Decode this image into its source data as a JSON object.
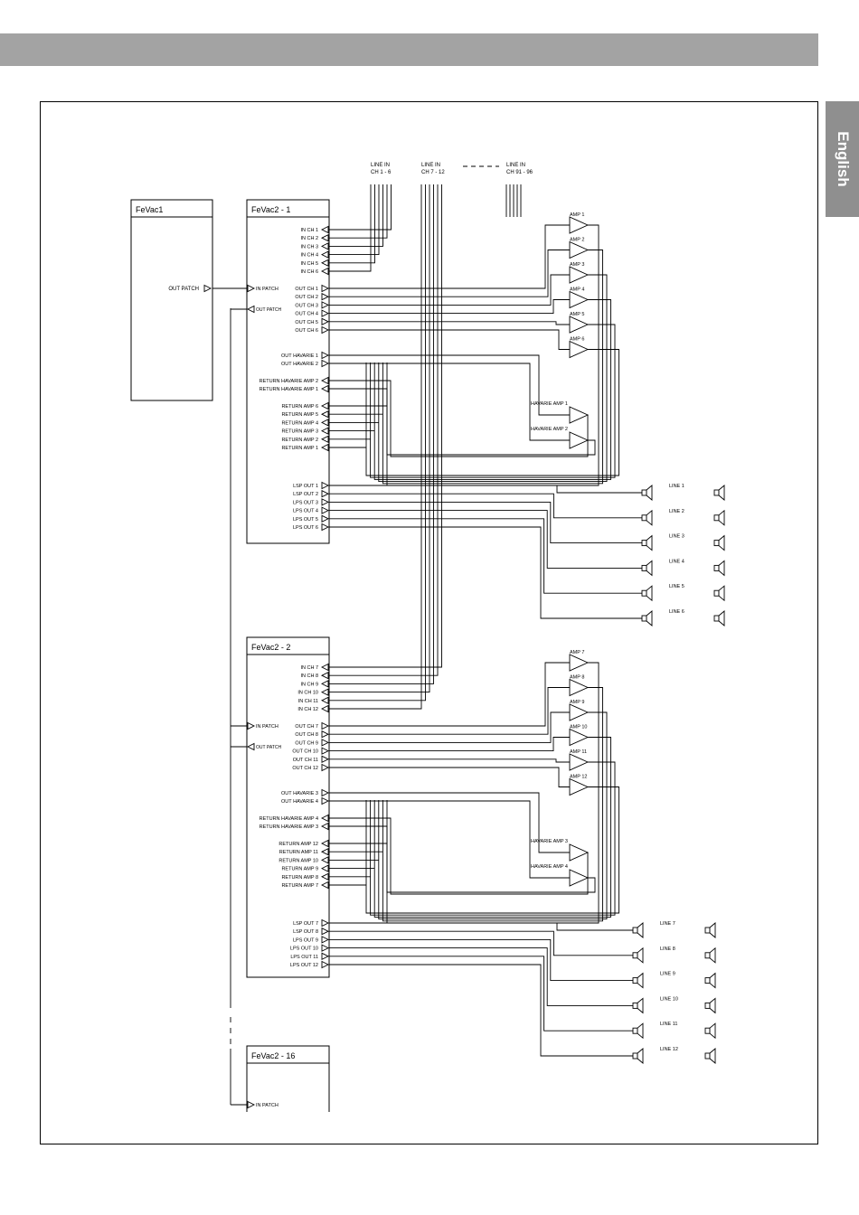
{
  "header": {
    "language_tab": "English"
  },
  "line_inputs": {
    "group1": "LINE IN CH 1 - 6",
    "group2": "LINE IN CH 7 - 12",
    "group3": "LINE IN CH 91 - 96"
  },
  "fevac1": {
    "title": "FeVac1",
    "out_patch": "OUT PATCH"
  },
  "module1": {
    "title": "FeVac2 - 1",
    "in_ch": [
      "IN CH 1",
      "IN CH 2",
      "IN CH 3",
      "IN CH 4",
      "IN CH 5",
      "IN CH 6"
    ],
    "in_patch": "IN PATCH",
    "out_patch": "OUT PATCH",
    "out_ch": [
      "OUT CH 1",
      "OUT CH 2",
      "OUT CH 3",
      "OUT CH 4",
      "OUT CH 5",
      "OUT CH 6"
    ],
    "out_havarie": [
      "OUT HAVARIE 1",
      "OUT HAVARIE 2"
    ],
    "return_havarie": [
      "RETURN HAVARIE AMP 2",
      "RETURN HAVARIE AMP 1"
    ],
    "return_amp": [
      "RETURN AMP 6",
      "RETURN AMP 5",
      "RETURN AMP 4",
      "RETURN AMP 3",
      "RETURN AMP 2",
      "RETURN AMP 1"
    ],
    "lsp_out": [
      "LSP OUT 1",
      "LSP OUT 2",
      "LPS OUT 3",
      "LPS OUT 4",
      "LPS OUT 5",
      "LPS OUT 6"
    ],
    "amps": [
      "AMP 1",
      "AMP 2",
      "AMP 3",
      "AMP 4",
      "AMP 5",
      "AMP 6"
    ],
    "havarie_amps": [
      "HAVARIE AMP 1",
      "HAVARIE AMP 2"
    ],
    "lines": [
      "LINE 1",
      "LINE 2",
      "LINE 3",
      "LINE 4",
      "LINE 5",
      "LINE 6"
    ]
  },
  "module2": {
    "title": "FeVac2 - 2",
    "in_ch": [
      "IN CH 7",
      "IN CH 8",
      "IN CH 9",
      "IN CH 10",
      "IN CH 11",
      "IN CH 12"
    ],
    "in_patch": "IN PATCH",
    "out_patch": "OUT PATCH",
    "out_ch": [
      "OUT CH 7",
      "OUT CH 8",
      "OUT CH 9",
      "OUT CH 10",
      "OUT CH 11",
      "OUT CH 12"
    ],
    "out_havarie": [
      "OUT HAVARIE 3",
      "OUT HAVARIE 4"
    ],
    "return_havarie": [
      "RETURN HAVARIE AMP 4",
      "RETURN HAVARIE AMP 3"
    ],
    "return_amp": [
      "RETURN AMP 12",
      "RETURN AMP 11",
      "RETURN AMP 10",
      "RETURN AMP 9",
      "RETURN AMP 8",
      "RETURN AMP 7"
    ],
    "lsp_out": [
      "LSP OUT 7",
      "LSP OUT 8",
      "LPS OUT 9",
      "LPS OUT 10",
      "LPS OUT 11",
      "LPS OUT 12"
    ],
    "amps": [
      "AMP 7",
      "AMP 8",
      "AMP 9",
      "AMP 10",
      "AMP 11",
      "AMP 12"
    ],
    "havarie_amps": [
      "HAVARIE AMP 3",
      "HAVARIE AMP 4"
    ],
    "lines": [
      "LINE 7",
      "LINE 8",
      "LINE 9",
      "LINE 10",
      "LINE 11",
      "LINE 12"
    ]
  },
  "module16": {
    "title": "FeVac2 - 16",
    "in_patch": "IN PATCH"
  }
}
